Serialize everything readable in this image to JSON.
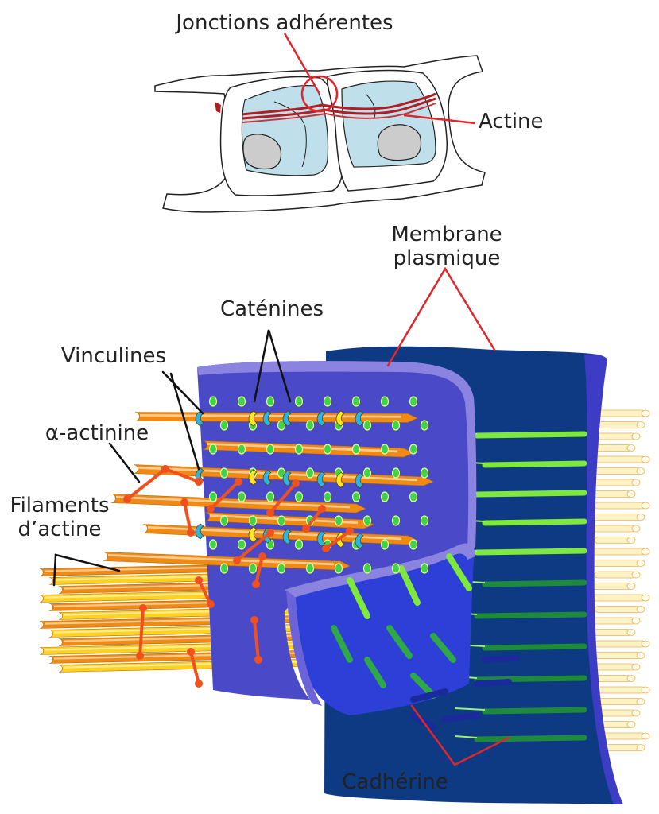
{
  "labels": {
    "adherens_junctions": "Jonctions adhérentes",
    "actin": "Actine",
    "plasma_membrane_line1": "Membrane",
    "plasma_membrane_line2": "plasmique",
    "catenins": "Caténines",
    "vinculins": "Vinculines",
    "alpha_actinin": "α-actinine",
    "actin_filaments_line1": "Filaments",
    "actin_filaments_line2": "d’actine",
    "cadherin": "Cadhérine"
  },
  "colors": {
    "pointer_red": "#e0262a",
    "outline": "#222222",
    "cytoplasm": "#bfe0ea",
    "nucleus": "#cccccc",
    "actin_belt": "#b01e24",
    "membrane_front": "#4a4ac8",
    "membrane_rim": "#8a84e0",
    "membrane_back": "#0d3a82",
    "membrane_back_edge": "#3c3cc4",
    "filament_orange": "#f08a12",
    "filament_yellow": "#ffd21e",
    "filament_pale": "#fff2c4",
    "catenin": "#ffe62a",
    "vinculin": "#29b5e8",
    "alpha_actinin": "#f0501e",
    "cadherin_light": "#7ee83c",
    "cadherin_dark": "#1d8a3c"
  }
}
